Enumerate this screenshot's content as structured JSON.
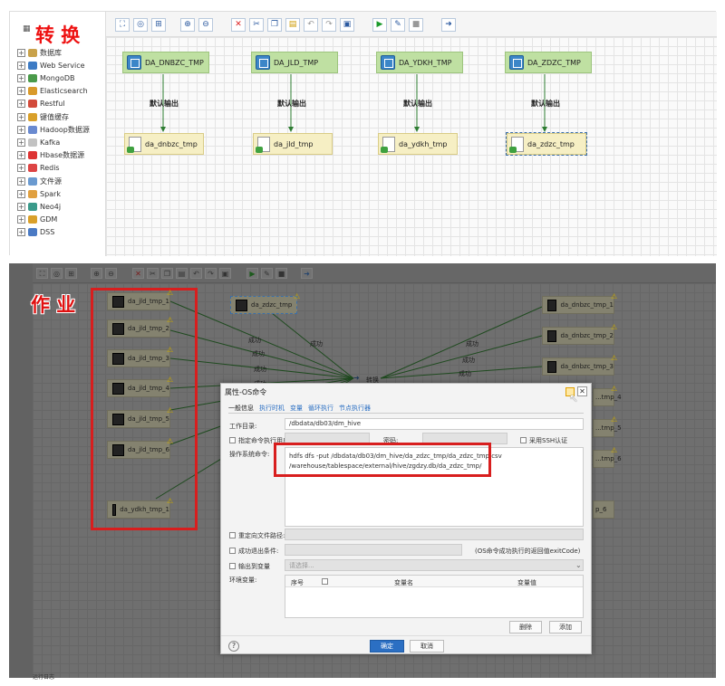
{
  "top_panel": {
    "title": "转 换",
    "sidebar_items": [
      "数据库",
      "Web Service",
      "MongoDB",
      "Elasticsearch",
      "Restful",
      "键值缓存",
      "Hadoop数据源",
      "Kafka",
      "Hbase数据源",
      "Redis",
      "文件源",
      "Spark",
      "Neo4j",
      "GDM",
      "DSS"
    ],
    "sources": [
      "DA_DNBZC_TMP",
      "DA_JLD_TMP",
      "DA_YDKH_TMP",
      "DA_ZDZC_TMP"
    ],
    "targets": [
      "da_dnbzc_tmp",
      "da_jld_tmp",
      "da_ydkh_tmp",
      "da_zdzc_tmp"
    ],
    "edge_label": "默认输出"
  },
  "bottom_panel": {
    "title": "作 业",
    "left_jobs": [
      "da_jld_tmp_1",
      "da_jld_tmp_2",
      "da_jld_tmp_3",
      "da_jld_tmp_4",
      "da_jld_tmp_5",
      "da_jld_tmp_6",
      "da_ydkh_tmp_1"
    ],
    "top_job": "da_zdzc_tmp",
    "right_jobs": [
      "da_dnbzc_tmp_1",
      "da_dnbzc_tmp_2",
      "da_dnbzc_tmp_3",
      "...tmp_4",
      "...tmp_5",
      "...tmp_6"
    ],
    "right_job_short": "p_6",
    "center_node": "转换",
    "success_label": "成功",
    "dialog": {
      "title": "属性-OS命令",
      "tabs": [
        "一般信息",
        "执行时机",
        "变量",
        "循环执行",
        "节点执行器"
      ],
      "workdir_label": "工作目录:",
      "workdir_value": "/dbdata/db03/dm_hive",
      "specify_user_label": "指定命令执行用户",
      "password_label": "密码:",
      "ssh_label": "采用SSH认证",
      "os_cmd_label": "操作系统命令:",
      "cmd_line1": "hdfs dfs -put /dbdata/db03/dm_hive/da_zdzc_tmp/da_zdzc_tmp.csv",
      "cmd_line2": "/warehouse/tablespace/external/hive/zgdzy.db/da_zdzc_tmp/",
      "redirect_label": "重定向文件路径:",
      "exit_label": "成功退出条件:",
      "exit_hint": "(OS命令成功执行的返回值exitCode)",
      "output_var_label": "输出到变量",
      "output_var_placeholder": "请选择...",
      "env_label": "环境变量:",
      "col_seq": "序号",
      "col_varname": "变量名",
      "col_varval": "变量值",
      "btn_delete": "删除",
      "btn_add": "添加",
      "btn_ok": "确定",
      "btn_cancel": "取消",
      "help": "?"
    },
    "status_text": "运行日志"
  }
}
